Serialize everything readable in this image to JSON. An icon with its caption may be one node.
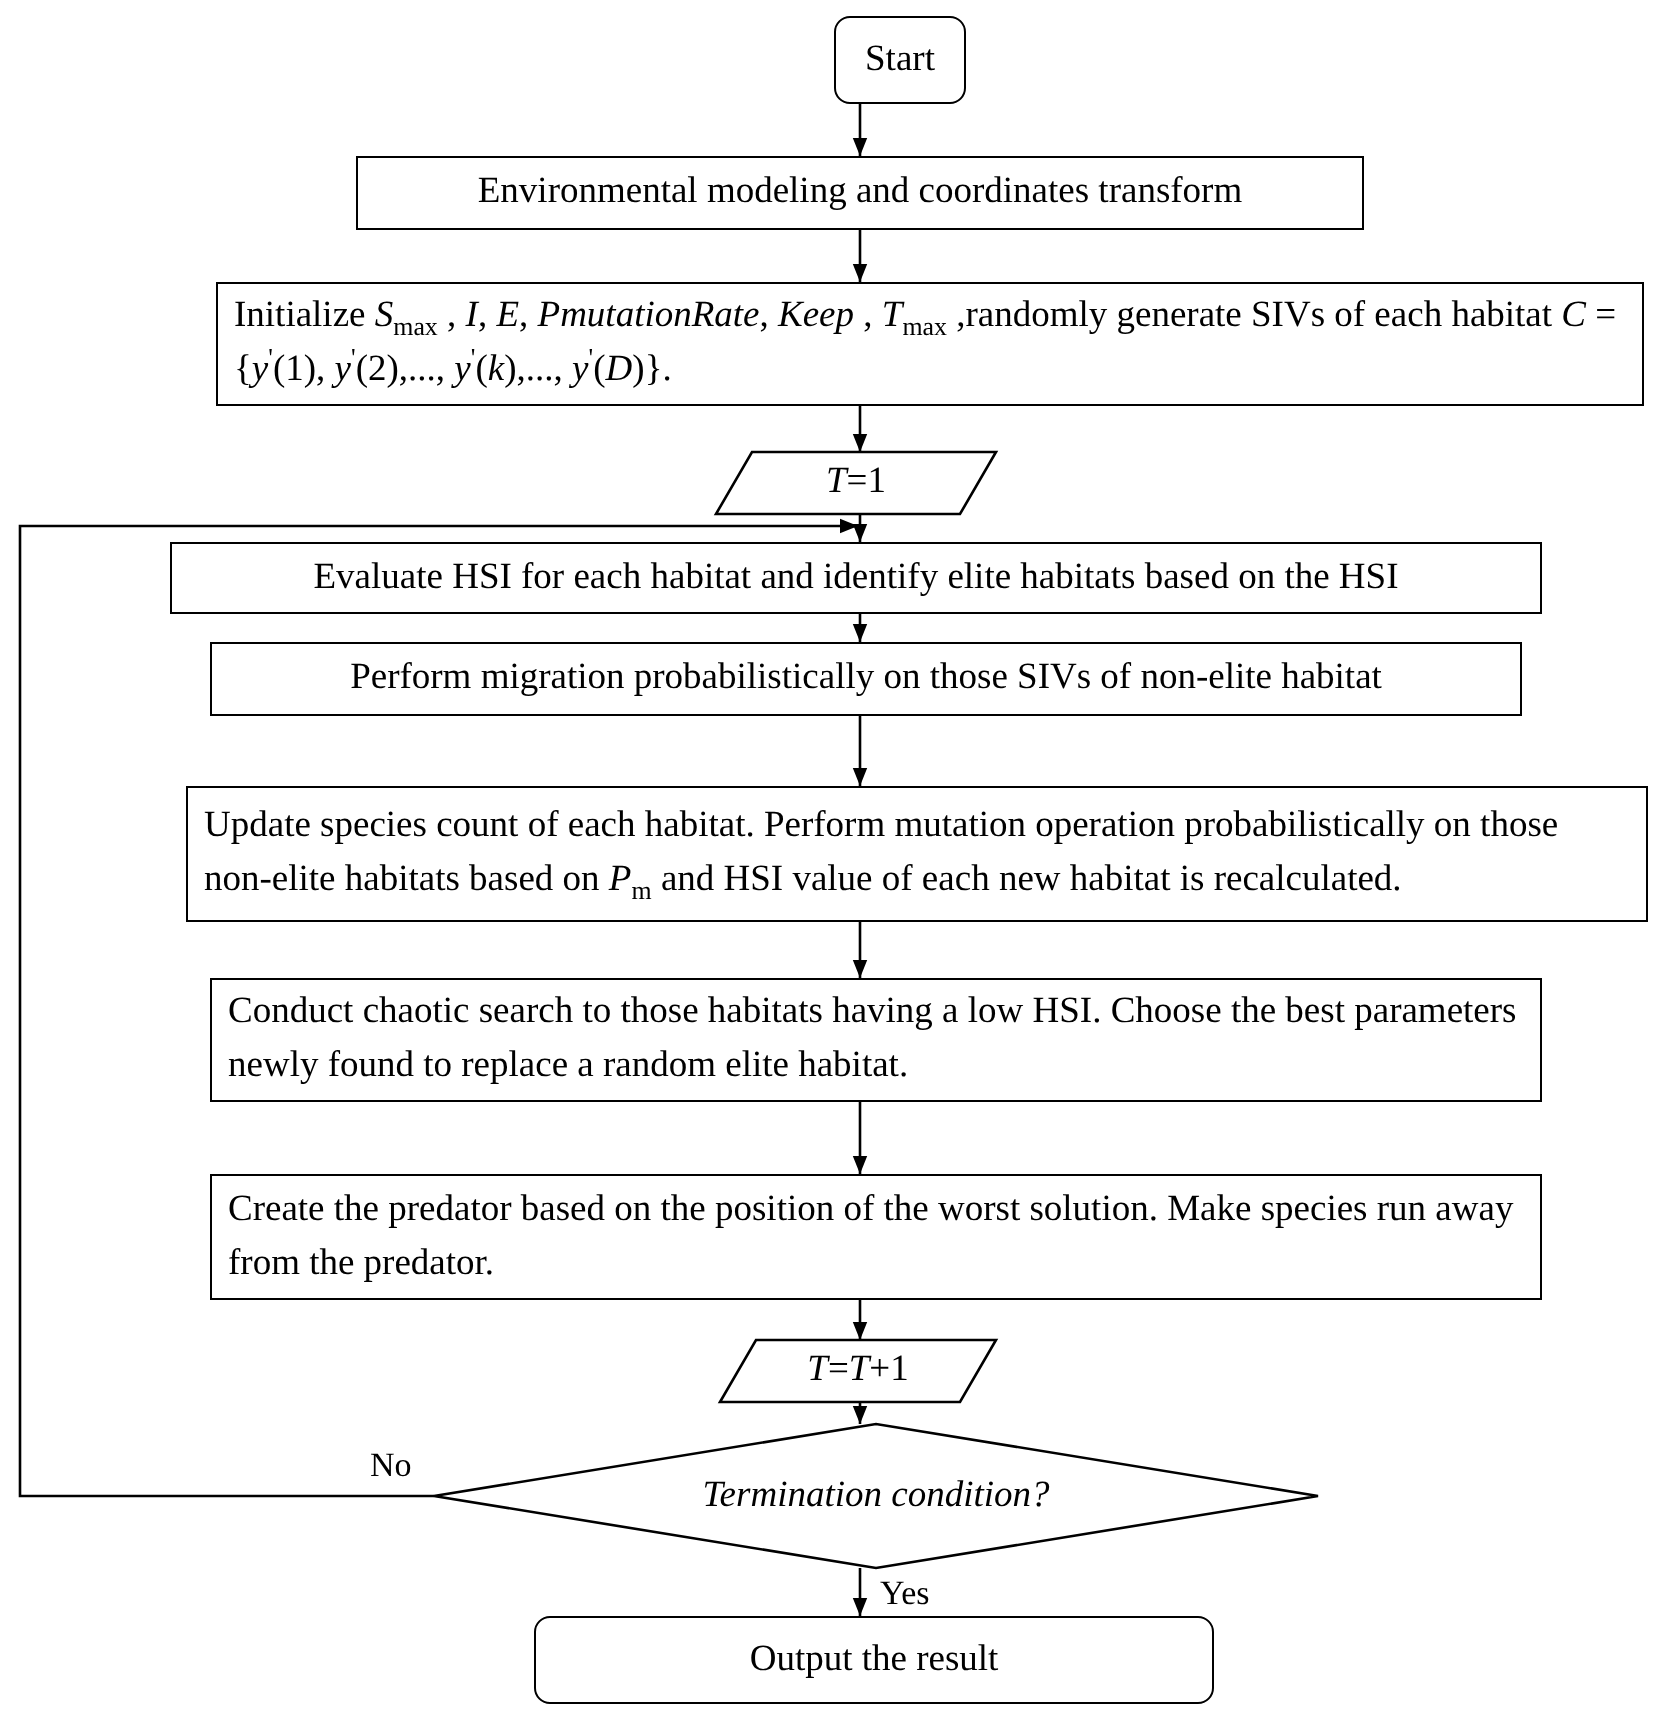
{
  "diagram": {
    "nodes": [
      {
        "text": [
          "Start"
        ]
      },
      {
        "text": [
          "Environmental modeling and coordinates transform"
        ]
      },
      {
        "text": [
          "Initialize *S*$_{max}$ , *I*, *E*, *PmutationRate*, *Keep* ,  *T*$_{max}$ ,randomly generate SIVs of each habitat  *C* = {*y*$^{'}$(1), *y*$^{'}$(2),..., *y*$^{'}$(*k*),..., *y*$^{'}$(*D*)}."
        ]
      },
      {
        "text": [
          "*T*=1"
        ]
      },
      {
        "text": [
          "Evaluate HSI for each habitat and identify elite habitats based on the HSI"
        ]
      },
      {
        "text": [
          "Perform migration probabilistically on those SIVs of non-elite habitat"
        ]
      },
      {
        "text": [
          "Update species count of each habitat. Perform mutation operation probabilistically on those non-elite habitats based on  *P*$_{m}$ and HSI value of each new habitat is recalculated."
        ]
      },
      {
        "text": [
          "Conduct chaotic search to those habitats having a low HSI. Choose the best parameters newly found to replace a random elite habitat."
        ]
      },
      {
        "text": [
          "Create the predator based on the position of the worst solution. Make species run away from the predator."
        ]
      },
      {
        "text": [
          "*T*=*T*+1"
        ]
      },
      {
        "text": [
          "Termination condition?"
        ]
      },
      {
        "text": [
          "Output the result"
        ]
      }
    ],
    "edges": [
      {
        "from": 0,
        "to": 1,
        "arrow": "to"
      },
      {
        "from": 1,
        "to": 2,
        "arrow": "to"
      },
      {
        "from": 2,
        "to": 3,
        "arrow": "to"
      },
      {
        "from": 3,
        "to": 4,
        "arrow": "to"
      },
      {
        "from": 4,
        "to": 5,
        "arrow": "to"
      },
      {
        "from": 5,
        "to": 6,
        "arrow": "to"
      },
      {
        "from": 6,
        "to": 7,
        "arrow": "to"
      },
      {
        "from": 7,
        "to": 8,
        "arrow": "to"
      },
      {
        "from": 8,
        "to": 9,
        "arrow": "to"
      },
      {
        "from": 9,
        "to": 10,
        "arrow": "to"
      },
      {
        "from": 10,
        "to": 4,
        "arrow": "to",
        "label": "No"
      },
      {
        "from": 10,
        "to": 11,
        "arrow": "to",
        "label": "Yes"
      }
    ]
  }
}
